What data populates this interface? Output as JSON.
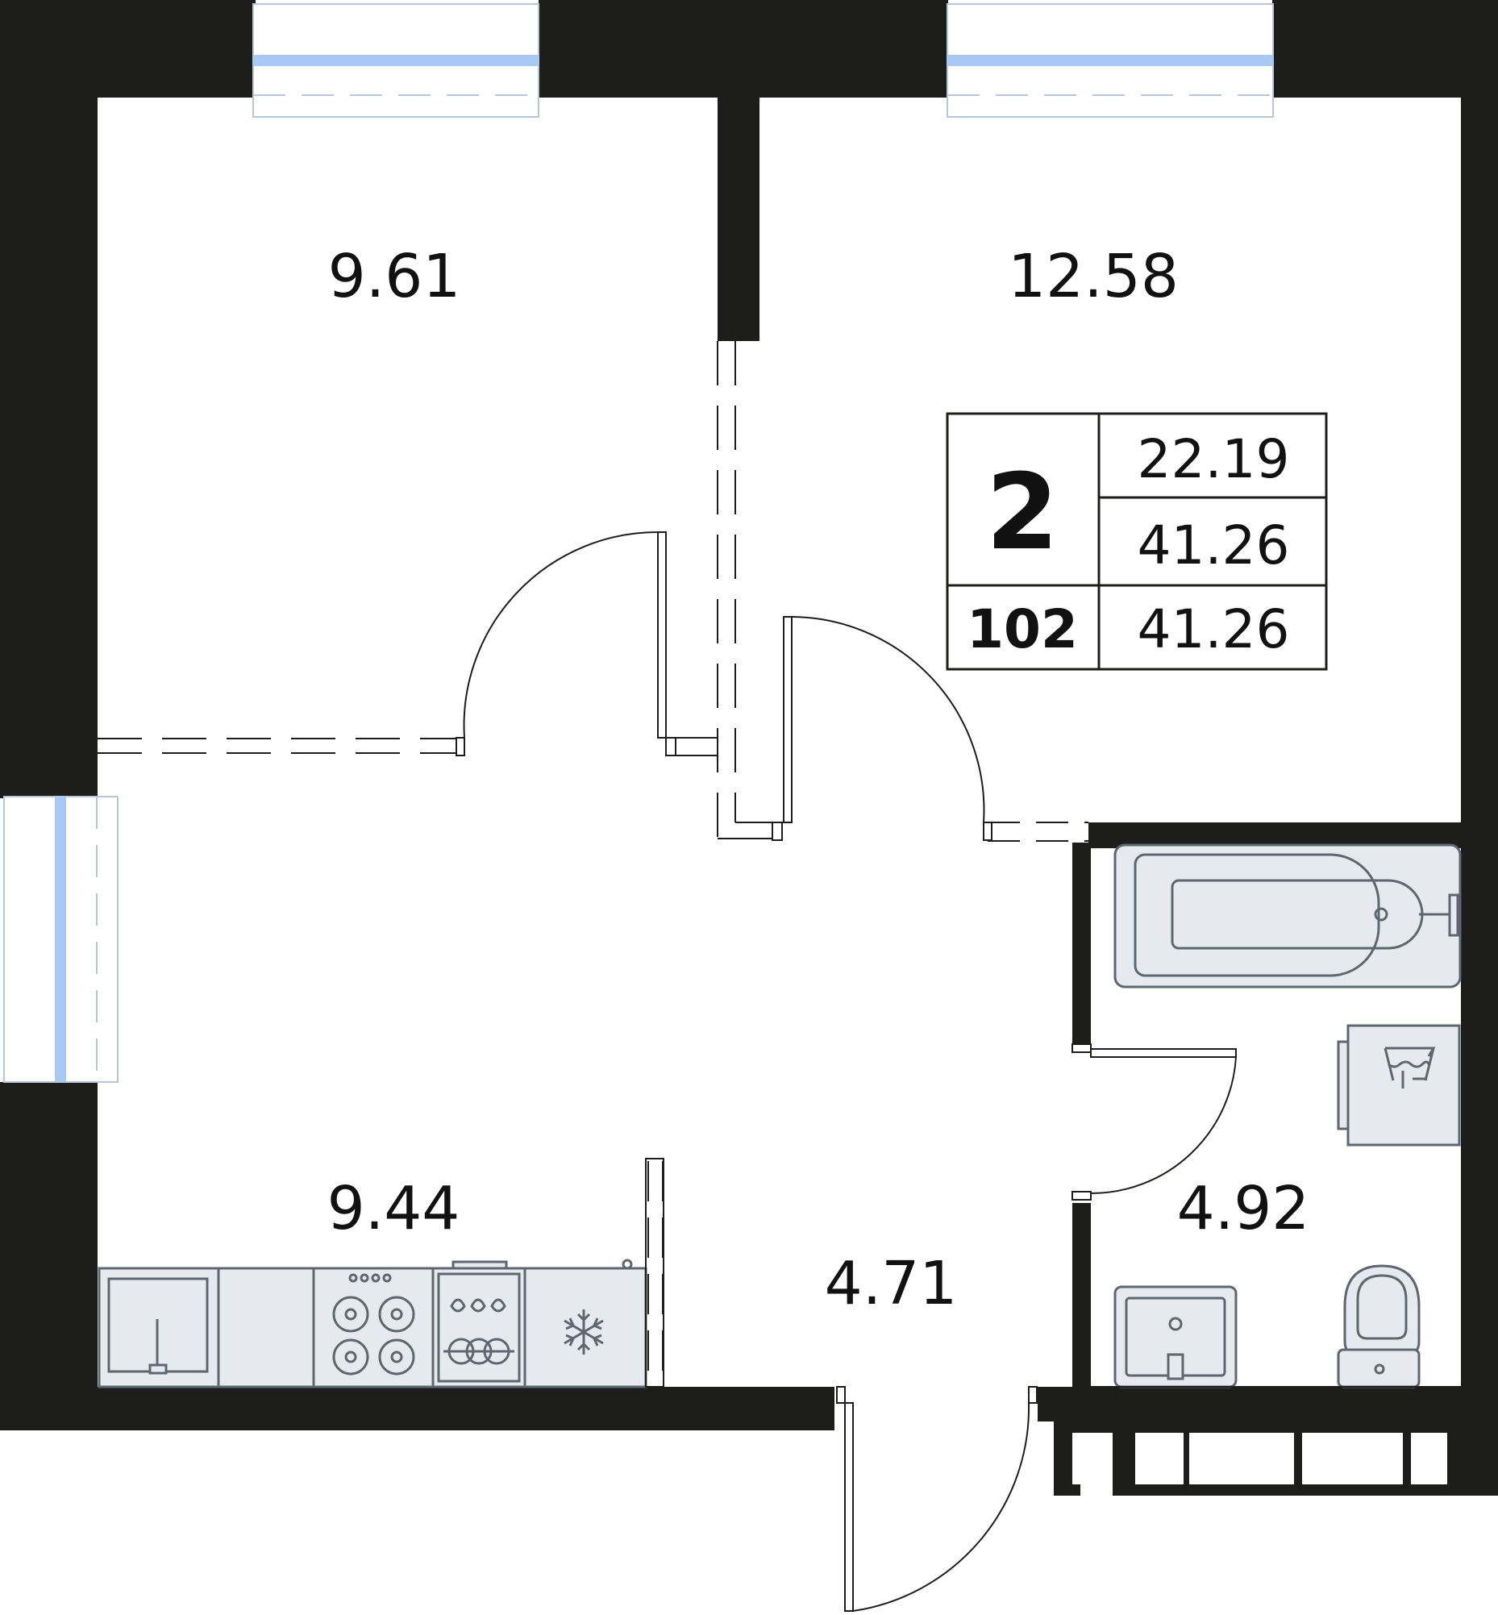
{
  "rooms": {
    "bedroom_left": "9.61",
    "bedroom_right": "12.58",
    "kitchen": "9.44",
    "hallway": "4.71",
    "bathroom": "4.92"
  },
  "info_box": {
    "rooms_count": "2",
    "apartment_number": "102",
    "living_area": "22.19",
    "total_area": "41.26",
    "total_area_with_balcony": "41.26"
  },
  "colors": {
    "wall": "#1d1d1b",
    "fixture_fill": "#e6e9ef",
    "window_glass": "#a9c9f5"
  }
}
